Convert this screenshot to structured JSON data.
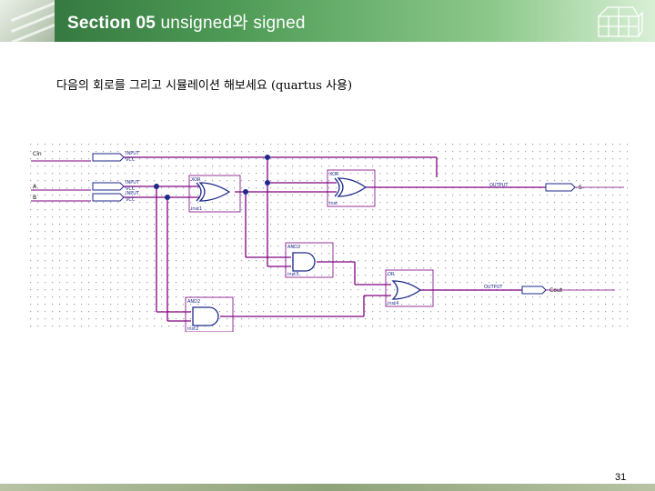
{
  "header": {
    "section": "Section 05",
    "title": "unsigned와 signed"
  },
  "instruction": "다음의 회로를 그리고 시뮬레이션 해보세요 (quartus 사용)",
  "schematic": {
    "inputs": [
      {
        "pin": "Cin",
        "tag": "INPUT",
        "vcc": "VCC"
      },
      {
        "pin": "A",
        "tag": "INPUT",
        "vcc": "VCC"
      },
      {
        "pin": "B",
        "tag": "INPUT",
        "vcc": "VCC"
      }
    ],
    "outputs": [
      {
        "pin": "S",
        "tag": "OUTPUT"
      },
      {
        "pin": "Cout",
        "tag": "OUTPUT"
      }
    ],
    "gates": [
      {
        "type": "XOR",
        "instance": "inst1"
      },
      {
        "type": "XOR",
        "instance": "inst"
      },
      {
        "type": "AND2",
        "instance": "inst3"
      },
      {
        "type": "AND2",
        "instance": "inst2"
      },
      {
        "type": "OR",
        "instance": "inst4"
      }
    ]
  },
  "page_number": "31",
  "colors": {
    "wire": "#800080",
    "gate": "#1e2a8a",
    "grid_dot": "#9aa0a8"
  }
}
